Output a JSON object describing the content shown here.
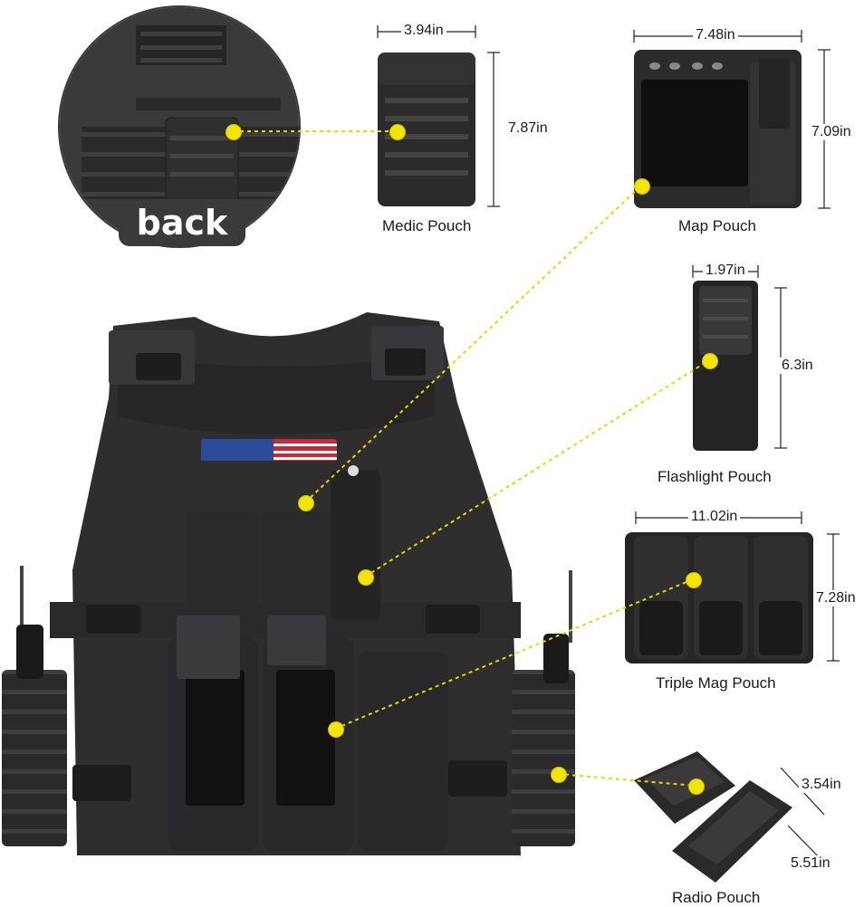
{
  "back_badge": "back",
  "items": [
    {
      "name": "Medic Pouch",
      "width": "3.94in",
      "height": "7.87in"
    },
    {
      "name": "Map Pouch",
      "width": "7.48in",
      "height": "7.09in"
    },
    {
      "name": "Flashlight Pouch",
      "width": "1.97in",
      "height": "6.3in"
    },
    {
      "name": "Triple Mag Pouch",
      "width": "11.02in",
      "height": "7.28in"
    },
    {
      "name": "Radio Pouch",
      "width": "3.54in",
      "height": "5.51in"
    }
  ],
  "colors": {
    "marker": "#f2e600",
    "gear": "#2b2b2c"
  }
}
